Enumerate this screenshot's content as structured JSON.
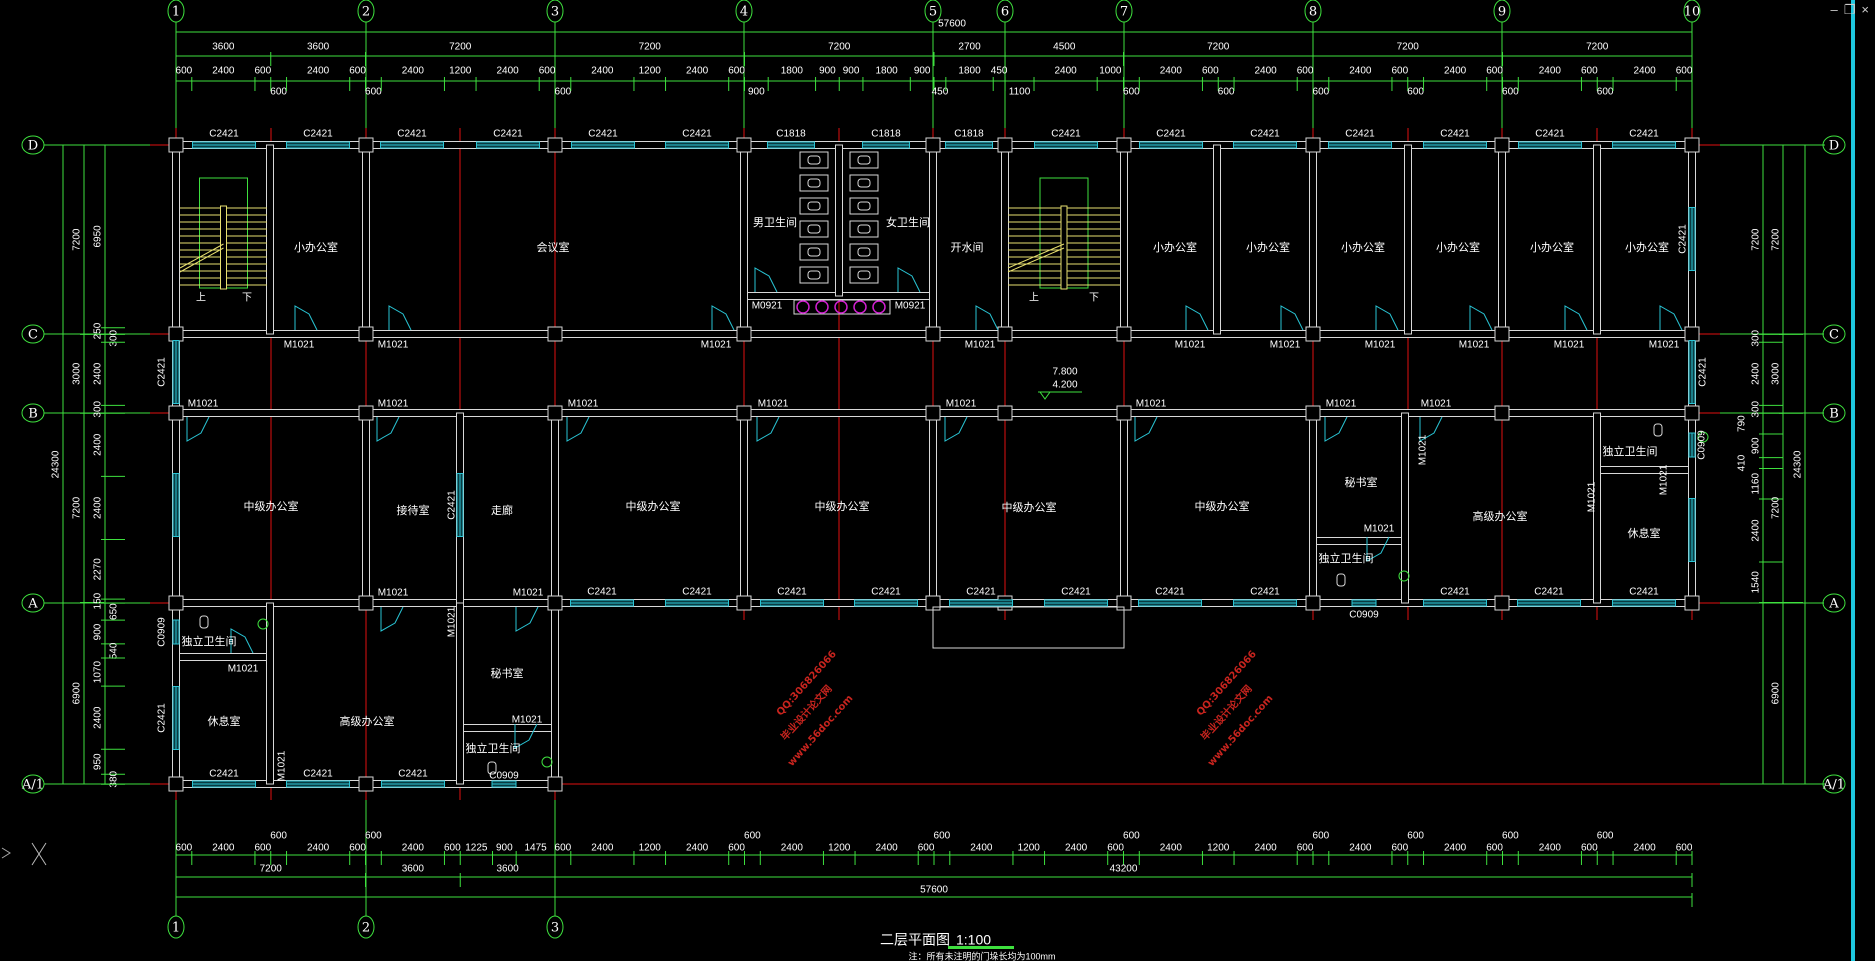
{
  "axes": {
    "columns": [
      "1",
      "2",
      "3",
      "4",
      "5",
      "6",
      "7",
      "8",
      "9",
      "10"
    ],
    "rows": [
      "D",
      "C",
      "B",
      "A",
      "A/1"
    ]
  },
  "dimensions": {
    "top": {
      "overall": "57600",
      "bays": [
        "3600",
        "3600",
        "7200",
        "7200",
        "7200",
        "2700",
        "4500",
        "7200",
        "7200",
        "7200"
      ],
      "details": [
        "600",
        "2400",
        "600",
        "600",
        "2400",
        "600",
        "600",
        "2400",
        "1200",
        "2400",
        "600",
        "600",
        "2400",
        "1200",
        "2400",
        "600",
        "900",
        "1800",
        "900",
        "900",
        "1800",
        "900",
        "450",
        "1800",
        "450",
        "1100",
        "2400",
        "1000",
        "600",
        "2400",
        "600",
        "600",
        "2400",
        "600",
        "600",
        "2400",
        "600",
        "600",
        "2400",
        "600",
        "600",
        "2400",
        "600",
        "600",
        "2400",
        "600"
      ]
    },
    "bottom": {
      "details": [
        "600",
        "2400",
        "600",
        "600",
        "2400",
        "600",
        "600",
        "2400",
        "600",
        "1225",
        "900",
        "1475",
        "600",
        "2400",
        "1200",
        "2400",
        "600",
        "600",
        "2400",
        "1200",
        "2400",
        "600",
        "600",
        "2400",
        "1200",
        "2400",
        "600",
        "600",
        "2400",
        "1200",
        "2400",
        "600",
        "600",
        "2400",
        "600",
        "600",
        "2400",
        "600",
        "600",
        "2400",
        "600",
        "600",
        "2400",
        "600"
      ],
      "bays": [
        "7200",
        "3600",
        "3600",
        "43200"
      ],
      "overall": "57600"
    },
    "left": {
      "overall": "24300",
      "bays": [
        "7200",
        "3000",
        "7200",
        "6900"
      ],
      "details": [
        "6950",
        "250",
        "300",
        "2400",
        "300",
        "2400",
        "2400",
        "2270",
        "150",
        "650",
        "900",
        "540",
        "1070",
        "2400",
        "950",
        "380"
      ]
    },
    "right": {
      "overall": "24300",
      "bays": [
        "7200",
        "3000",
        "7200",
        "6900"
      ],
      "details": [
        "7200",
        "300",
        "2400",
        "300",
        "790",
        "900",
        "410",
        "1160",
        "2400",
        "1540"
      ]
    }
  },
  "rooms": [
    "小办公室",
    "会议室",
    "男卫生间",
    "女卫生间",
    "开水间",
    "小办公室",
    "小办公室",
    "小办公室",
    "小办公室",
    "小办公室",
    "小办公室",
    "中级办公室",
    "接待室",
    "走廊",
    "中级办公室",
    "中级办公室",
    "中级办公室",
    "中级办公室",
    "秘书室",
    "高级办公室",
    "独立卫生间",
    "休息室",
    "独立卫生间",
    "独立卫生间",
    "休息室",
    "高级办公室",
    "秘书室",
    "独立卫生间"
  ],
  "openings": {
    "north_windows": [
      "C2421",
      "C2421",
      "C2421",
      "C2421",
      "C2421",
      "C2421",
      "C1818",
      "C1818",
      "C1818",
      "C2421",
      "C2421",
      "C2421",
      "C2421",
      "C2421",
      "C2421",
      "C2421"
    ],
    "corridor_north_doors": [
      "M1021",
      "M1021",
      "M1021",
      "M1021",
      "M1021",
      "M1021",
      "M1021",
      "M1021",
      "M1021",
      "M1021"
    ],
    "toilet_doors": [
      "M0921",
      "M0921"
    ],
    "corridor_south_doors": [
      "M1021",
      "M1021",
      "M1021",
      "M1021",
      "M1021",
      "M1021",
      "M1021",
      "M1021"
    ],
    "south_tags": [
      "M1021",
      "M1021",
      "C2421",
      "C2421",
      "C2421",
      "C2421",
      "C2421",
      "C2421",
      "C2421",
      "C2421",
      "C2421",
      "C2421",
      "C2421",
      "M1021",
      "C0909"
    ],
    "wing_tags": [
      "M1021",
      "C2421",
      "C2421",
      "C2421",
      "M1021",
      "C0909"
    ],
    "vertical_tags": [
      "C2421",
      "C2421",
      "M1021",
      "M1021",
      "M1021",
      "C0909",
      "C2421",
      "C2421",
      "C0909",
      "C2421",
      "M1021",
      "M1021"
    ]
  },
  "stairs": {
    "up": "上",
    "down": "下"
  },
  "elevation": {
    "upper": "7.800",
    "lower": "4.200"
  },
  "title": {
    "name": "二层平面图",
    "scale": "1:100",
    "note": "注：所有未注明的门垛长均为100mm"
  },
  "watermark": {
    "site": "毕业设计论文网",
    "url": "www.56doc.com",
    "qq": "QQ:306826066"
  },
  "colors": {
    "background": "#000000",
    "axis": "#e01010",
    "dimension": "#3ee03e",
    "wall": "#d8d8d8",
    "window": "#29c4d4",
    "stair": "#e8e070",
    "fixture": "#d020d0",
    "watermark": "#c8241e"
  }
}
